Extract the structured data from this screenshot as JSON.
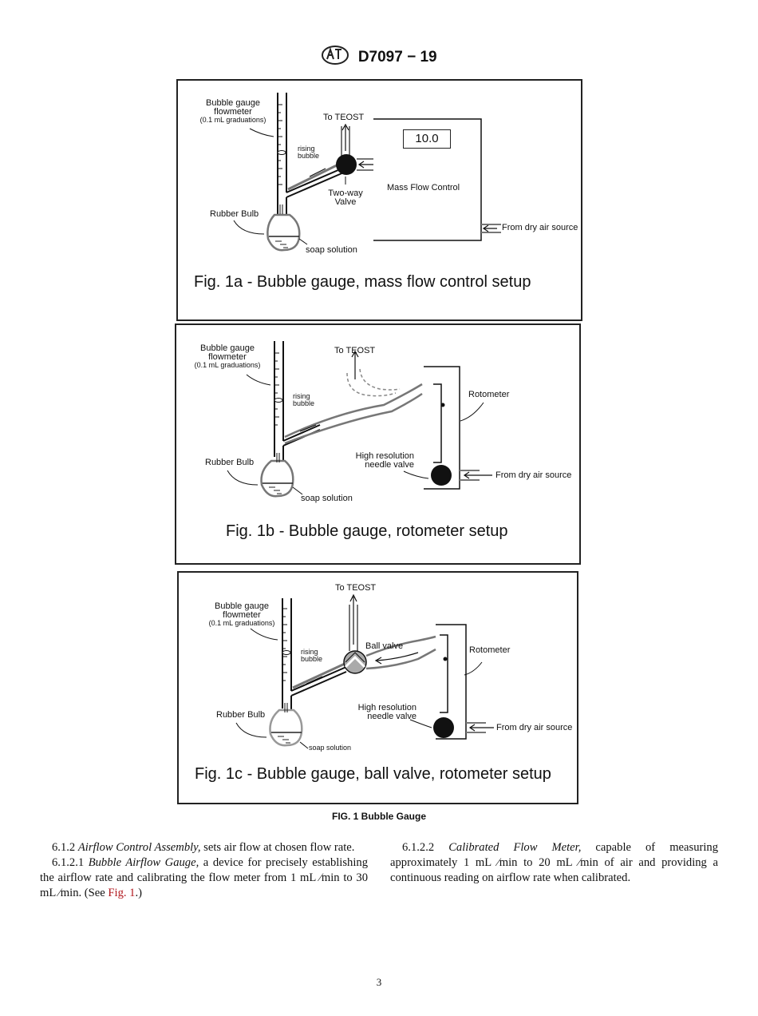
{
  "header": {
    "doc_id": "D7097 − 19"
  },
  "fig1a": {
    "flowmeter": "Bubble gauge",
    "flowmeter2": "flowmeter",
    "graduations": "(0.1 mL graduations)",
    "to_teost": "To TEOST",
    "display_value": "10.0",
    "rising": "rising",
    "bubble": "bubble",
    "two_way": "Two-way",
    "valve": "Valve",
    "mass_flow": "Mass Flow Control",
    "rubber_bulb": "Rubber Bulb",
    "from_air": "From dry air source",
    "soap": "soap solution",
    "caption": "Fig. 1a - Bubble gauge, mass flow control setup"
  },
  "fig1b": {
    "flowmeter": "Bubble gauge",
    "flowmeter2": "flowmeter",
    "graduations": "(0.1 mL graduations)",
    "to_teost": "To TEOST",
    "rotometer": "Rotometer",
    "rising": "rising",
    "bubble": "bubble",
    "rubber_bulb": "Rubber Bulb",
    "high_res": "High resolution",
    "needle": "needle valve",
    "from_air": "From dry air source",
    "soap": "soap solution",
    "caption": "Fig. 1b - Bubble gauge, rotometer setup"
  },
  "fig1c": {
    "flowmeter": "Bubble gauge",
    "flowmeter2": "flowmeter",
    "graduations": "(0.1 mL graduations)",
    "to_teost": "To TEOST",
    "ball_valve": "Ball valve",
    "rotometer": "Rotometer",
    "rising": "rising",
    "bubble": "bubble",
    "rubber_bulb": "Rubber Bulb",
    "high_res": "High resolution",
    "needle": "needle valve",
    "from_air": "From dry air source",
    "soap": "soap solution",
    "caption": "Fig. 1c - Bubble gauge, ball valve, rotometer setup"
  },
  "figure_caption": "FIG. 1 Bubble Gauge",
  "left_col": {
    "p1_num": "6.1.2",
    "p1_title": "Airflow Control Assembly,",
    "p1_text": "sets air flow at chosen flow rate.",
    "p2_num": "6.1.2.1",
    "p2_title": "Bubble Airflow Gauge,",
    "p2_text": "a device for precisely establishing the airflow rate and calibrating the flow meter from 1 mL ⁄min to 30 mL ⁄min. (See",
    "p2_link": "Fig. 1",
    "p2_end": ".)"
  },
  "right_col": {
    "p1_num": "6.1.2.2",
    "p1_title": "Calibrated Flow Meter,",
    "p1_text": "capable of measuring approximately 1 mL ⁄min to 20 mL ⁄min of air and providing a continuous reading on airflow rate when calibrated."
  },
  "page_number": "3"
}
